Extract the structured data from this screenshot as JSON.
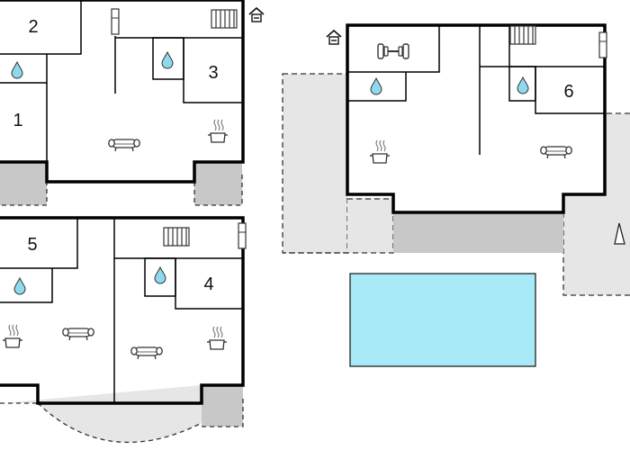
{
  "floorplan": {
    "room_numbers": [
      "1",
      "2",
      "3",
      "4",
      "5",
      "6"
    ]
  },
  "colors": {
    "wall": "#000000",
    "terrace": "#c8c8c8",
    "garden": "#e6e6e6",
    "pool": "#a8eaf8",
    "water_drop": "#8fd9ee",
    "background": "#ffffff"
  },
  "icons": [
    "bathroom-drop-icon",
    "sofa-icon",
    "cooking-pot-icon",
    "radiator-icon",
    "fireplace-icon",
    "dumbbell-icon",
    "entrance-icon",
    "north-arrow-icon",
    "swimming-pool"
  ]
}
